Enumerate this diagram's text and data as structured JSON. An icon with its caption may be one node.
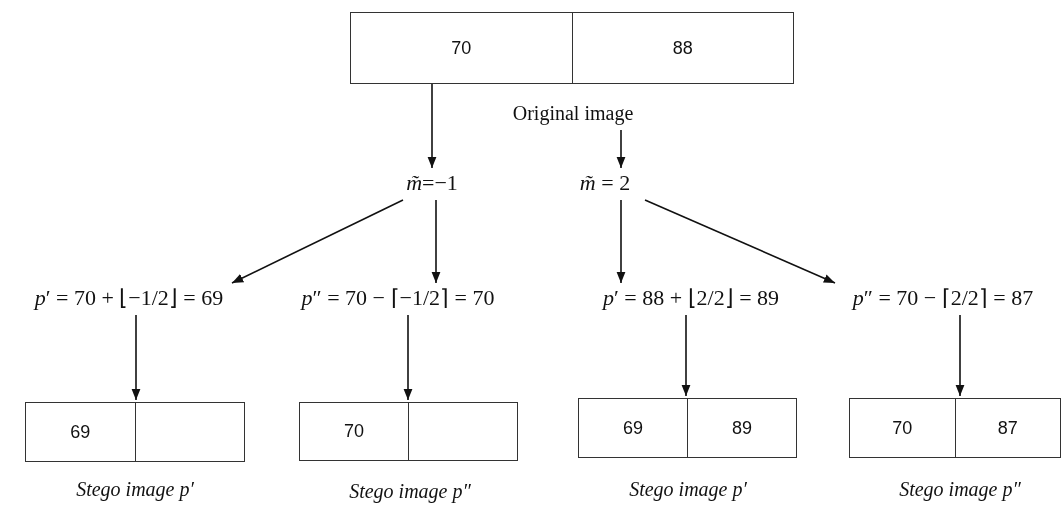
{
  "diagram": {
    "nodes": [
      {
        "text": [
          "70",
          "88"
        ],
        "beside": [
          "Original image"
        ]
      },
      {
        "text": [
          "*m̃*=−1"
        ]
      },
      {
        "text": [
          "*m̃* = 2"
        ]
      },
      {
        "text": [
          "*p*′ = 70 + ⌊−1/2⌋ = 69"
        ]
      },
      {
        "text": [
          "*p*″ = 70 − ⌈−1/2⌉ = 70"
        ]
      },
      {
        "text": [
          "*p*′ = 88 + ⌊2/2⌋ = 89"
        ]
      },
      {
        "text": [
          "*p*″ = 70 − ⌈2/2⌉ = 87"
        ]
      },
      {
        "text": [
          "69"
        ],
        "beside": [
          "Stego image p′"
        ]
      },
      {
        "text": [
          "70"
        ],
        "beside": [
          "Stego image p″"
        ]
      },
      {
        "text": [
          "69",
          "89"
        ],
        "beside": [
          "Stego image p′"
        ]
      },
      {
        "text": [
          "70",
          "87"
        ],
        "beside": [
          "Stego image p″"
        ]
      }
    ],
    "edges": [
      {
        "from": 0,
        "to": 1,
        "arrow": "to"
      },
      {
        "from": 0,
        "to": 2,
        "arrow": "to"
      },
      {
        "from": 1,
        "to": 3,
        "arrow": "to"
      },
      {
        "from": 1,
        "to": 4,
        "arrow": "to"
      },
      {
        "from": 2,
        "to": 5,
        "arrow": "to"
      },
      {
        "from": 2,
        "to": 6,
        "arrow": "to"
      },
      {
        "from": 3,
        "to": 7,
        "arrow": "to"
      },
      {
        "from": 4,
        "to": 8,
        "arrow": "to"
      },
      {
        "from": 5,
        "to": 9,
        "arrow": "to"
      },
      {
        "from": 6,
        "to": 10,
        "arrow": "to"
      }
    ]
  }
}
